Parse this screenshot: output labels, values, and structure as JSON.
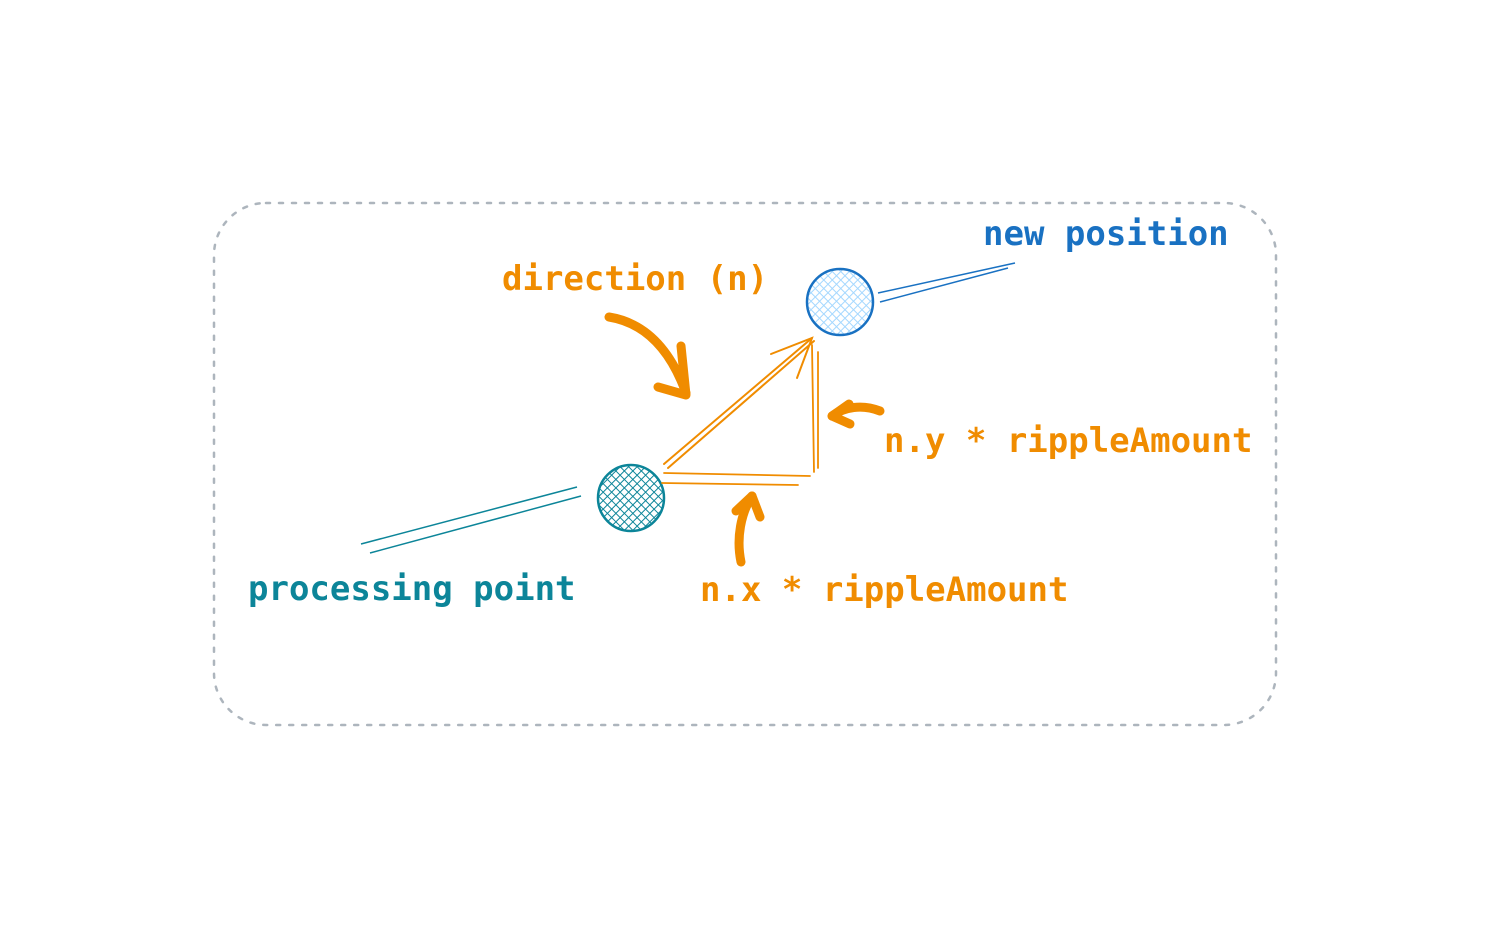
{
  "diagram": {
    "labels": {
      "direction": "direction (n)",
      "new_position": "new position",
      "processing_point": "processing point",
      "ny": "n.y * rippleAmount",
      "nx": "n.x * rippleAmount"
    }
  },
  "colors": {
    "orange": "#f08c00",
    "teal": "#0c8599",
    "blue": "#1971c2",
    "blue_fill": "#a5d8ff",
    "frame": "#adb5bd"
  }
}
